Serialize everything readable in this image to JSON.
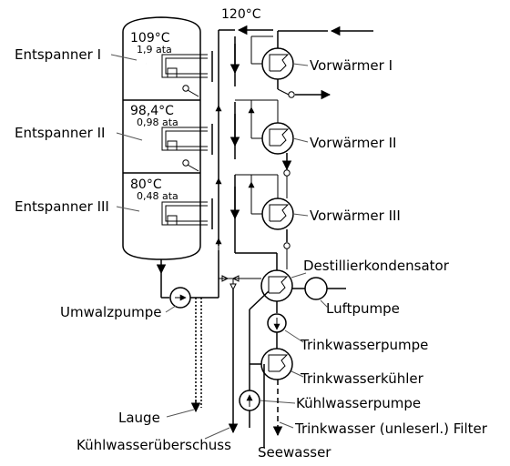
{
  "stages": [
    {
      "name": "Entspanner I",
      "temp": "109°C",
      "pressure": "1,9 ata"
    },
    {
      "name": "Entspanner II",
      "temp": "98,4°C",
      "pressure": "0,98 ata"
    },
    {
      "name": "Entspanner III",
      "temp": "80°C",
      "pressure": "0,48 ata"
    }
  ],
  "top_temp": "120°C",
  "preheaters": [
    "Vorwärmer I",
    "Vorwärmer II",
    "Vorwärmer III"
  ],
  "labels": {
    "distillate_condenser": "Destillierkondensator",
    "air_pump": "Luftpumpe",
    "circulation_pump": "Umwalzpumpe",
    "drinking_water_pump": "Trinkwasserpumpe",
    "drinking_water_cooler": "Trinkwasserkühler",
    "cooling_water_pump": "Kühlwasserpumpe",
    "lye": "Lauge",
    "cooling_water_overflow": "Kühlwasserüberschuss",
    "drinking_water_filter": "Trinkwasser (unleserl.) Filter",
    "seawater": "Seewasser"
  }
}
